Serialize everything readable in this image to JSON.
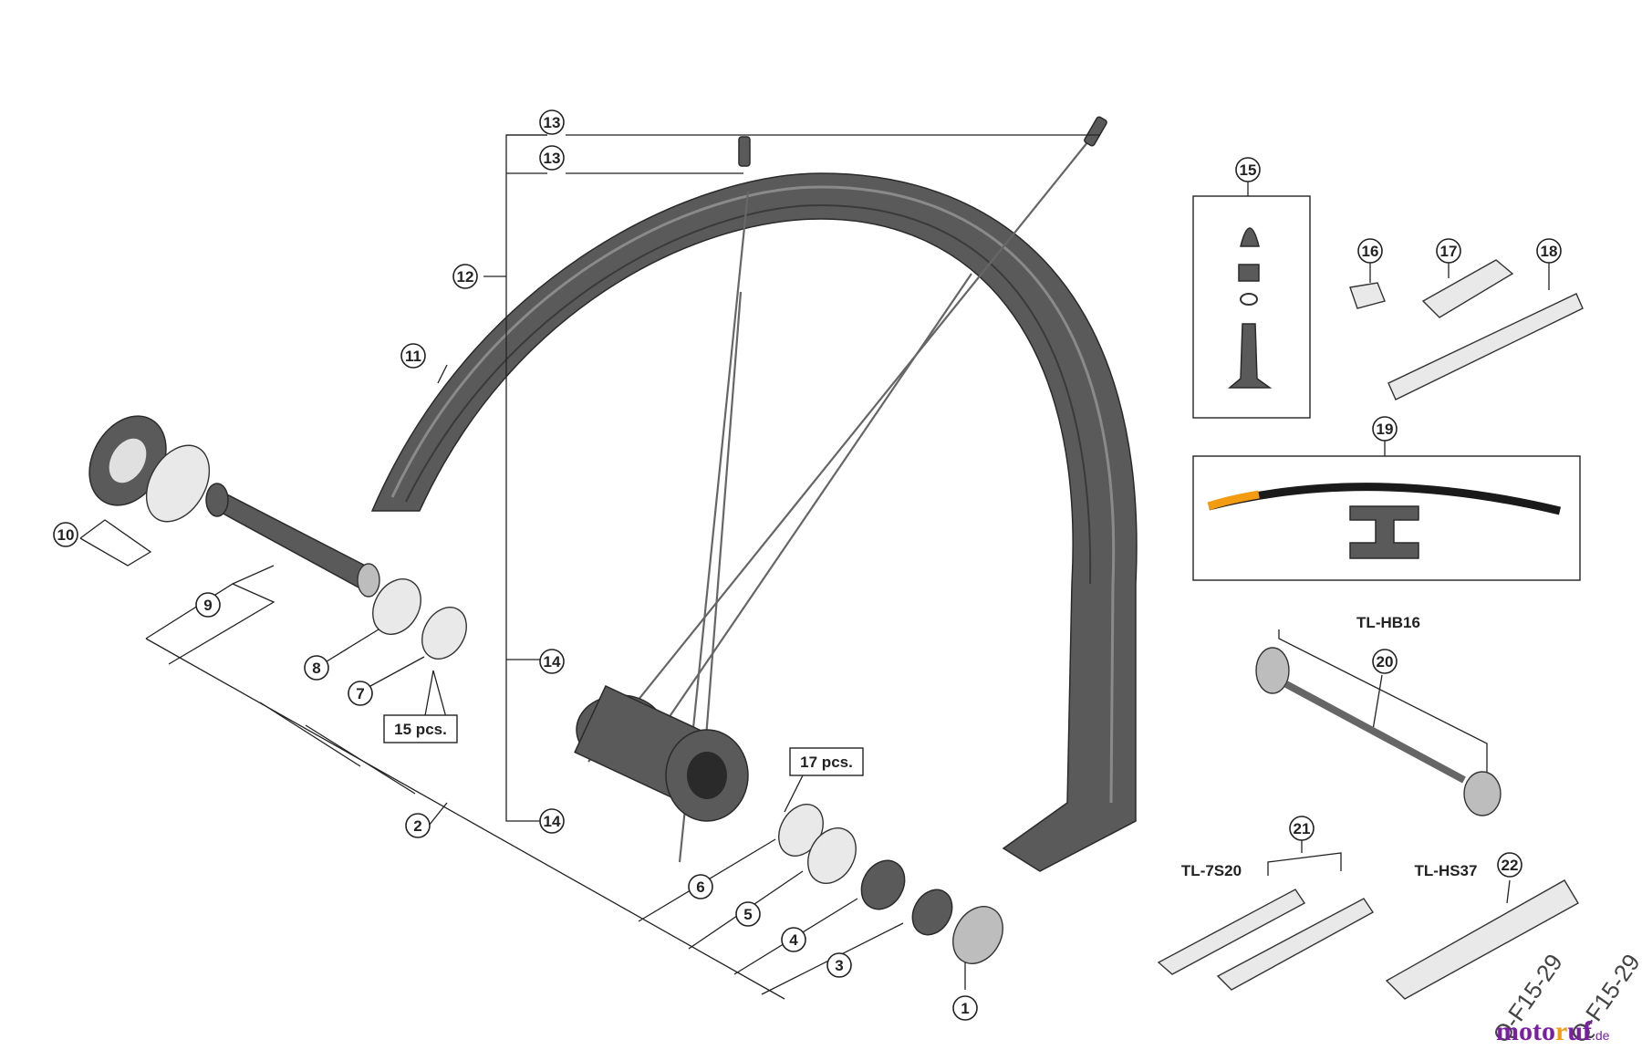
{
  "callouts": {
    "c1": "1",
    "c2": "2",
    "c3": "3",
    "c4": "4",
    "c5": "5",
    "c6": "6",
    "c7": "7",
    "c8": "8",
    "c9": "9",
    "c10": "10",
    "c11": "11",
    "c12": "12",
    "c13a": "13",
    "c13b": "13",
    "c14a": "14",
    "c14b": "14",
    "c15": "15",
    "c16": "16",
    "c17": "17",
    "c18": "18",
    "c19": "19",
    "c20": "20",
    "c21": "21",
    "c22": "22"
  },
  "quantities": {
    "q15": "15 pcs.",
    "q17": "17 pcs."
  },
  "tools": {
    "hb16": "TL-HB16",
    "s20": "TL-7S20",
    "hs37": "TL-HS37"
  },
  "codes": {
    "a": "Q-F15-29",
    "b": "Q-F15-29"
  },
  "brand": {
    "part1": "moto",
    "part2": "r",
    "part3": "uf",
    "tld": ".de"
  },
  "colors": {
    "rim": "#555555",
    "warning": "#f39c12",
    "brand": "#7b1fa2"
  }
}
